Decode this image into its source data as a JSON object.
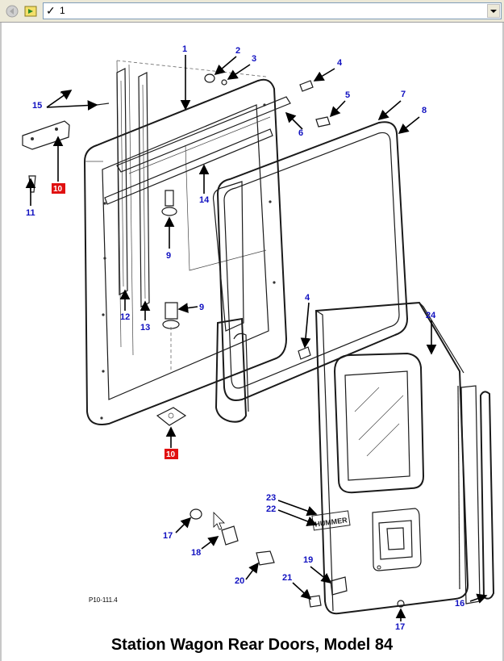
{
  "toolbar": {
    "back_icon": "back-arrow-icon",
    "forward_icon": "forward-go-icon",
    "selector": {
      "check": "✓",
      "value": "1",
      "dropdown_icon": "chevron-down-icon"
    }
  },
  "diagram": {
    "figure_ref": "P10-111.4",
    "caption": "Station Wagon Rear Doors, Model 84",
    "callouts": [
      {
        "id": "c1",
        "label": "1"
      },
      {
        "id": "c2",
        "label": "2"
      },
      {
        "id": "c3",
        "label": "3"
      },
      {
        "id": "c4a",
        "label": "4"
      },
      {
        "id": "c4b",
        "label": "4"
      },
      {
        "id": "c5",
        "label": "5"
      },
      {
        "id": "c6",
        "label": "6"
      },
      {
        "id": "c7",
        "label": "7"
      },
      {
        "id": "c8",
        "label": "8"
      },
      {
        "id": "c9a",
        "label": "9"
      },
      {
        "id": "c9b",
        "label": "9"
      },
      {
        "id": "c10a",
        "label": "10"
      },
      {
        "id": "c10b",
        "label": "10"
      },
      {
        "id": "c11",
        "label": "11"
      },
      {
        "id": "c12",
        "label": "12"
      },
      {
        "id": "c13",
        "label": "13"
      },
      {
        "id": "c14",
        "label": "14"
      },
      {
        "id": "c15",
        "label": "15"
      },
      {
        "id": "c16",
        "label": "16"
      },
      {
        "id": "c17a",
        "label": "17"
      },
      {
        "id": "c17b",
        "label": "17"
      },
      {
        "id": "c18",
        "label": "18"
      },
      {
        "id": "c19",
        "label": "19"
      },
      {
        "id": "c20",
        "label": "20"
      },
      {
        "id": "c21",
        "label": "21"
      },
      {
        "id": "c22",
        "label": "22"
      },
      {
        "id": "c23",
        "label": "23"
      },
      {
        "id": "c24",
        "label": "24"
      }
    ],
    "door_badge": "HUMMER",
    "highlight_color": "#e01010",
    "callout_color": "#1010c0"
  }
}
